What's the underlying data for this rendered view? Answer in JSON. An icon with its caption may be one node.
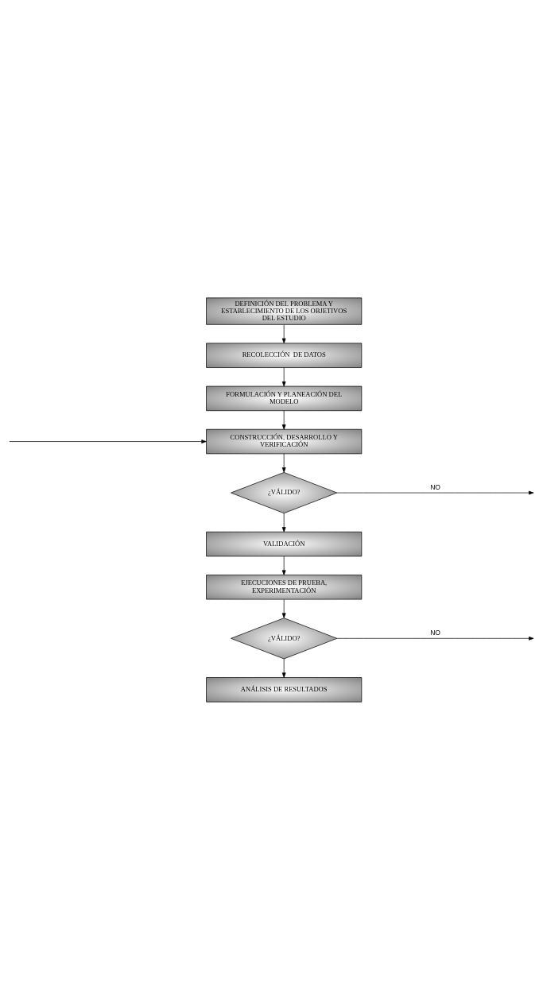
{
  "diagram": {
    "nodes": [
      {
        "text": [
          "DEFINICIÓN DEL PROBLEMA Y ESTABLECIMIENTO DE LOS OBJETIVOS DEL ESTUDIO"
        ]
      },
      {
        "text": [
          "RECOLECCIÓN  DE DATOS"
        ]
      },
      {
        "text": [
          "FORMULACIÓN Y PLANEACIÓN DEL MODELO"
        ]
      },
      {
        "text": [
          "CONSTRUCCIÓN, DESARROLLO Y VERIFICACIÓN"
        ]
      },
      {
        "text": [
          "¿VÁLIDO?"
        ]
      },
      {
        "text": [
          "VALIDACIÓN"
        ]
      },
      {
        "text": [
          "EJECUCIONES DE PRUEBA, EXPERIMENTACIÓN"
        ]
      },
      {
        "text": [
          "¿VÁLIDO?"
        ]
      },
      {
        "text": [
          "ANÁLISIS DE RESULTADOS"
        ]
      }
    ],
    "edges": [
      {
        "from": 0,
        "to": 1,
        "arrow": "to"
      },
      {
        "from": 1,
        "to": 2,
        "arrow": "to"
      },
      {
        "from": 2,
        "to": 3,
        "arrow": "to"
      },
      {
        "from": 3,
        "to": 4,
        "arrow": "to"
      },
      {
        "from": 4,
        "to": null,
        "arrow": "to",
        "label": "NO"
      },
      {
        "from": null,
        "to": 3,
        "arrow": "to"
      },
      {
        "from": 4,
        "to": 5,
        "arrow": "to"
      },
      {
        "from": 5,
        "to": 6,
        "arrow": "to"
      },
      {
        "from": 6,
        "to": 7,
        "arrow": "to"
      },
      {
        "from": 7,
        "to": null,
        "arrow": "to",
        "label": "NO"
      },
      {
        "from": 7,
        "to": 8,
        "arrow": "to"
      }
    ]
  }
}
